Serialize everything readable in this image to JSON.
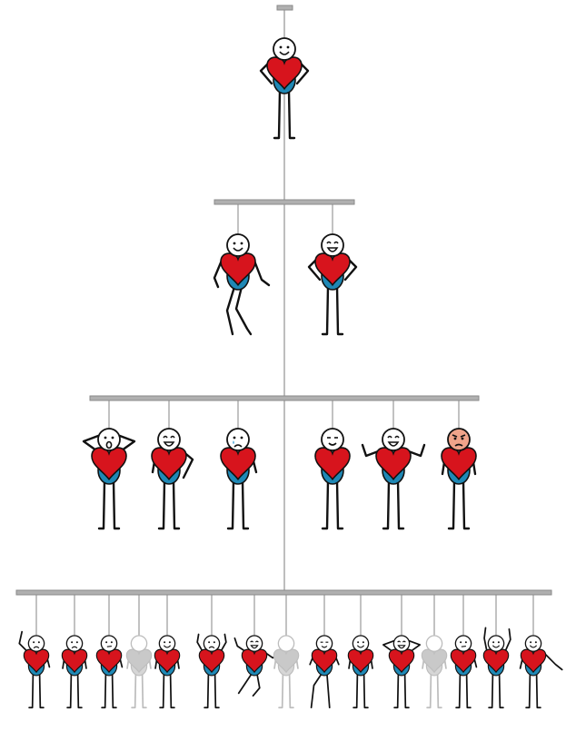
{
  "colors": {
    "heart": "#d7141d",
    "body": "#1f88b5",
    "outline": "#111111",
    "bar": "#b0b0b0",
    "bar_outline": "#8a8a8a",
    "string": "#9a9a9a",
    "faded": "#bdbdbd",
    "face": "#ffffff",
    "blush": "#f0a48a"
  },
  "levels": [
    {
      "name": "level-1",
      "figures": [
        {
          "id": "root",
          "pose": "hands-on-hips",
          "face": "smile"
        }
      ]
    },
    {
      "name": "level-2",
      "figures": [
        {
          "id": "l2-a",
          "pose": "dance",
          "face": "smile"
        },
        {
          "id": "l2-b",
          "pose": "hands-on-hips",
          "face": "grin"
        }
      ]
    },
    {
      "name": "level-3",
      "figures": [
        {
          "id": "l3-a",
          "pose": "hands-on-head",
          "face": "surprised"
        },
        {
          "id": "l3-b",
          "pose": "arm-scratch",
          "face": "laugh"
        },
        {
          "id": "l3-c",
          "pose": "hand-on-heart",
          "face": "crying"
        },
        {
          "id": "l3-d",
          "pose": "hands-on-heart",
          "face": "content"
        },
        {
          "id": "l3-e",
          "pose": "thumbs-up",
          "face": "laugh"
        },
        {
          "id": "l3-f",
          "pose": "arms-down",
          "face": "angry"
        }
      ]
    },
    {
      "name": "level-4",
      "figures": [
        {
          "id": "l4-a",
          "pose": "arm-raised",
          "face": "sad",
          "faded": false
        },
        {
          "id": "l4-b",
          "pose": "arms-down",
          "face": "worried",
          "faded": false
        },
        {
          "id": "l4-c",
          "pose": "hand-on-heart",
          "face": "thinking",
          "faded": false
        },
        {
          "id": "l4-d",
          "pose": "arms-down",
          "face": "blank",
          "faded": true
        },
        {
          "id": "l4-e",
          "pose": "arms-down",
          "face": "smile",
          "faded": false
        },
        {
          "id": "l4-f",
          "pose": "hands-up",
          "face": "scared",
          "faded": false
        },
        {
          "id": "l4-g",
          "pose": "jump",
          "face": "laugh",
          "faded": false
        },
        {
          "id": "l4-h",
          "pose": "arms-down",
          "face": "blank",
          "faded": true
        },
        {
          "id": "l4-i",
          "pose": "sit",
          "face": "content",
          "faded": false
        },
        {
          "id": "l4-j",
          "pose": "arms-down",
          "face": "smile",
          "faded": false
        },
        {
          "id": "l4-k",
          "pose": "hands-on-head",
          "face": "laugh",
          "faded": false
        },
        {
          "id": "l4-l",
          "pose": "arms-down",
          "face": "blank",
          "faded": true
        },
        {
          "id": "l4-m",
          "pose": "hand-on-heart",
          "face": "thinking",
          "faded": false
        },
        {
          "id": "l4-n",
          "pose": "arms-up",
          "face": "smile",
          "faded": false
        },
        {
          "id": "l4-o",
          "pose": "arm-out",
          "face": "smile",
          "faded": false
        }
      ]
    }
  ]
}
